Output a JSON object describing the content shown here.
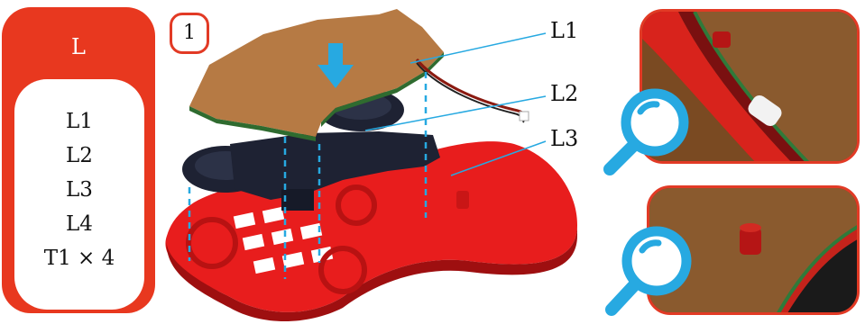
{
  "parts": {
    "title": "L",
    "items": [
      {
        "label": "L1"
      },
      {
        "label": "L2"
      },
      {
        "label": "L3"
      },
      {
        "label": "L4"
      },
      {
        "label": "T1 × 4"
      }
    ]
  },
  "step": {
    "number": "1"
  },
  "callouts": [
    {
      "label": "L1"
    },
    {
      "label": "L2"
    },
    {
      "label": "L3"
    }
  ],
  "colors": {
    "accent_red": "#e8381f",
    "leader_line": "#27a9e1",
    "board_brown": "#b67a44",
    "plate_dark": "#1e2233",
    "base_red": "#e81d1d"
  },
  "icons": [
    "down-arrow-icon",
    "magnifier-icon",
    "magnifier-icon"
  ]
}
